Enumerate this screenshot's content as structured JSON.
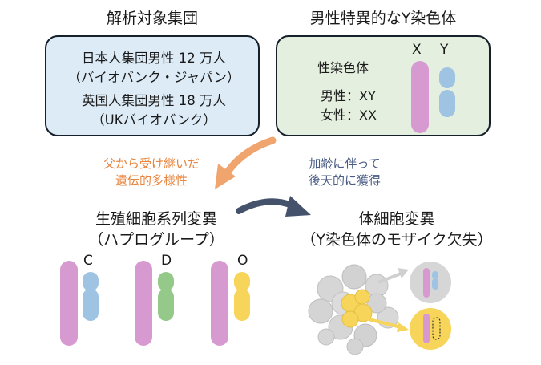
{
  "top": {
    "left_title": "解析対象集団",
    "right_title": "男性特異的なY染色体"
  },
  "cohort_box": {
    "line1": "日本人集団男性 12 万人",
    "line2": "（バイオバンク・ジャパン）",
    "line3": "英国人集団男性 18 万人",
    "line4": "（UKバイオバンク）"
  },
  "ychrom_box": {
    "sex_chrom": "性染色体",
    "male": "男性：XY",
    "female": "女性：XX",
    "x_label": "X",
    "y_label": "Y"
  },
  "arrows": {
    "inherited_line1": "父から受け継いだ",
    "inherited_line2": "遺伝的多様性",
    "acquired_line1": "加齢に伴って",
    "acquired_line2": "後天的に獲得"
  },
  "bottom": {
    "germline_title": "生殖細胞系列変異",
    "germline_sub": "（ハプログループ）",
    "somatic_title": "体細胞変異",
    "somatic_sub": "（Y染色体のモザイク欠失）",
    "haplogroups": [
      "C",
      "D",
      "O"
    ]
  },
  "colors": {
    "x_chrom": "#d79ad0",
    "y_default": "#9ec3e3",
    "hap_C": "#9ec3e3",
    "hap_D": "#95c98a",
    "hap_O": "#f7d55a",
    "cohort_box_bg": "#dcebf6",
    "y_box_bg": "#e4efdf",
    "inherited_arrow": "#f0a56e",
    "inherited_text": "#e8843c",
    "acquired_arrow": "#44536b",
    "acquired_text": "#4a5c85",
    "cell_gray": "#d6d6d6",
    "cell_yellow": "#f7d55a"
  }
}
